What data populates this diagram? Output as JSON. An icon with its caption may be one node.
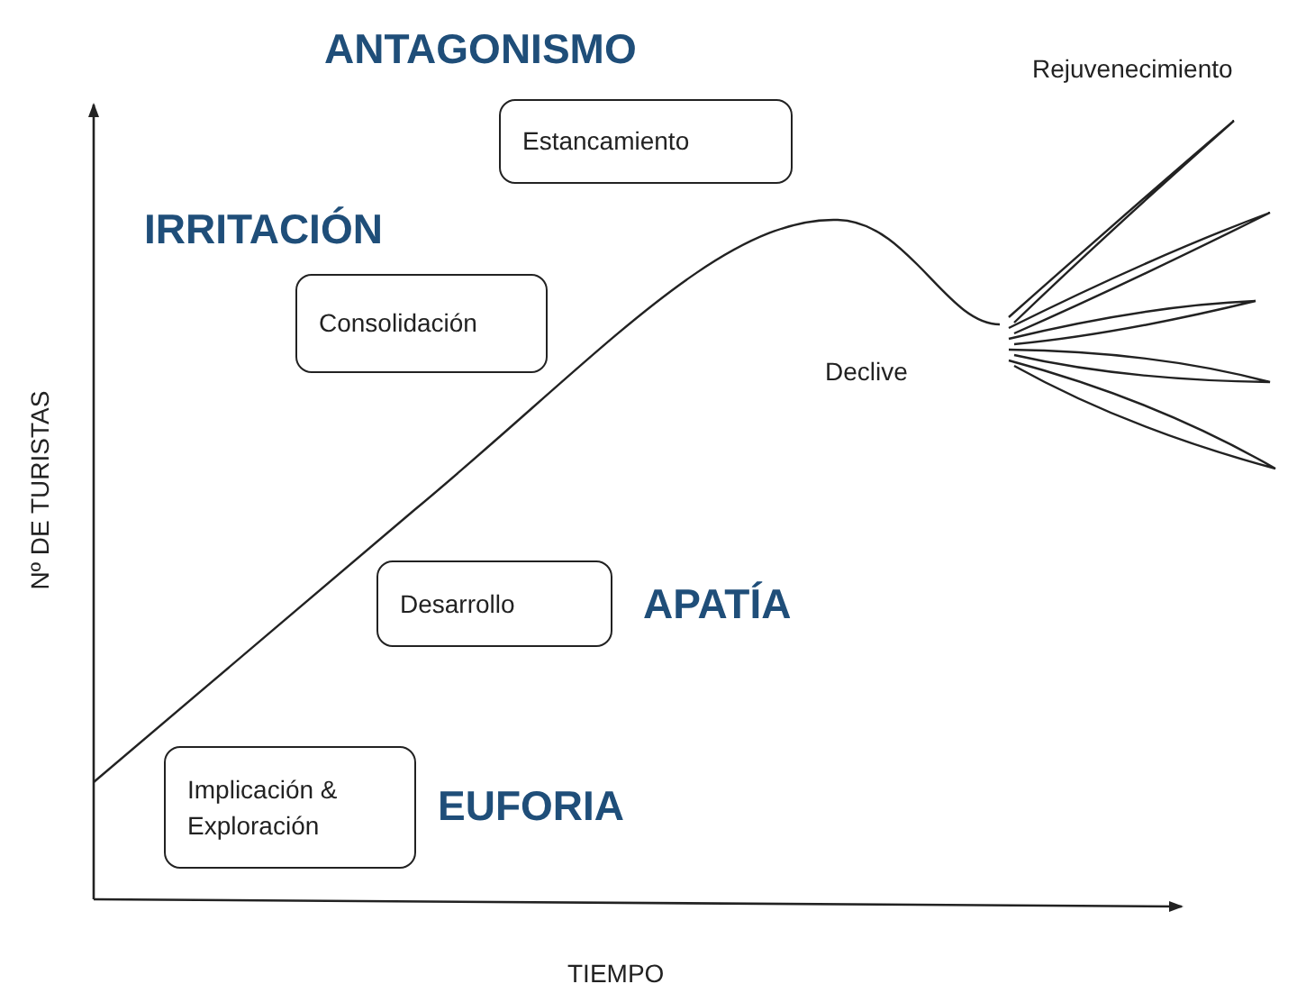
{
  "diagram": {
    "nodes": [
      {
        "text": [
          "Estancamiento"
        ]
      },
      {
        "text": [
          "Consolidación"
        ]
      },
      {
        "text": [
          "Desarrollo"
        ]
      },
      {
        "text": [
          "Implicación & Exploración"
        ]
      }
    ],
    "labels": [
      "ANTAGONISMO",
      "Rejuvenecimiento",
      "IRRITACIÓN",
      "Declive",
      "Nº DE TURISTAS",
      "APATÍA",
      "EUFORIA",
      "TIEMPO"
    ]
  }
}
